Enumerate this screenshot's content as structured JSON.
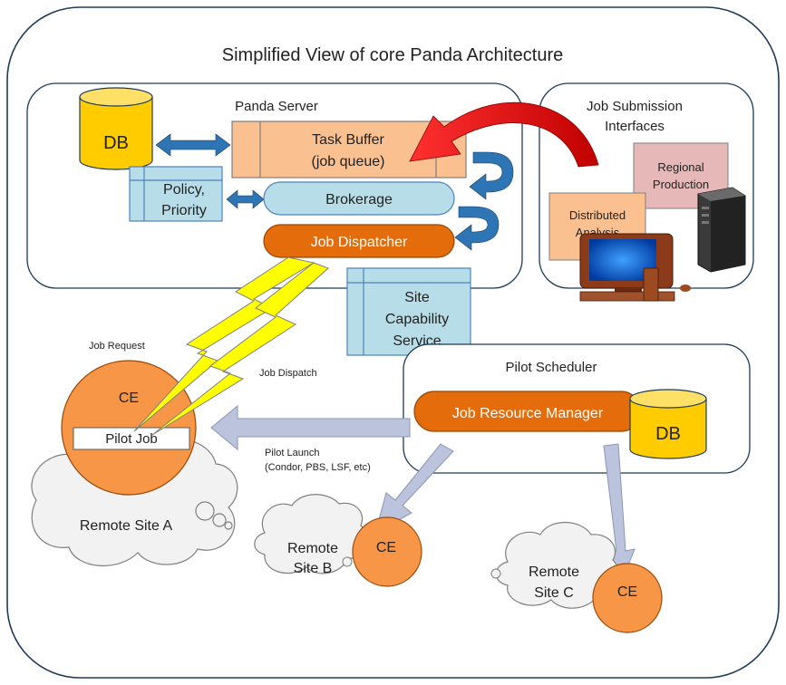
{
  "title": "Simplified View of core Panda Architecture",
  "panda_server": {
    "label": "Panda Server",
    "db": "DB",
    "task_buffer": [
      "Task Buffer",
      "(job queue)"
    ],
    "policy": [
      "Policy,",
      "Priority"
    ],
    "brokerage": "Brokerage",
    "job_dispatcher": "Job Dispatcher"
  },
  "job_submission": {
    "label": [
      "Job Submission",
      "Interfaces"
    ],
    "regional": [
      "Regional",
      "Production"
    ],
    "distributed": [
      "Distributed",
      "Analysis"
    ]
  },
  "site_capability": [
    "Site",
    "Capability",
    "Service"
  ],
  "pilot_scheduler": {
    "label": "Pilot Scheduler",
    "jrm": "Job Resource Manager",
    "db": "DB"
  },
  "remote_a": {
    "ce": "CE",
    "pilot_job": "Pilot Job",
    "label": "Remote Site A",
    "job_request": "Job Request",
    "job_dispatch": "Job Dispatch"
  },
  "pilot_launch": [
    "Pilot Launch",
    "(Condor, PBS, LSF, etc)"
  ],
  "remote_b": {
    "label": [
      "Remote",
      "Site B"
    ],
    "ce": "CE"
  },
  "remote_c": {
    "label": [
      "Remote",
      "Site C"
    ],
    "ce": "CE"
  },
  "colors": {
    "outline": "#1f3b57",
    "db_fill": "#ffcc00",
    "task_buffer": "#fac090",
    "light_blue": "#b7dde8",
    "dispatcher": "#e46c0a",
    "orange": "#f79646",
    "arrow_blue": "#2e75b6",
    "arrow_gray": "#bcc3dc",
    "red": "#e00000",
    "lightning": "#ffff00",
    "pink": "#e6b9b8"
  }
}
